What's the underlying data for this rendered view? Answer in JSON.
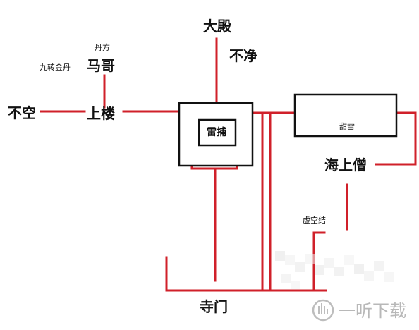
{
  "labels": {
    "dadian": "大殿",
    "bujing": "不净",
    "danfang": "丹方",
    "jiuzhuan": "九转金丹",
    "mage": "马哥",
    "bukong": "不空",
    "shanglou": "上楼",
    "leibu": "雷捕",
    "tianxue": "甜雪",
    "haishangseng": "海上僧",
    "xukongjie": "虚空结",
    "simen": "寺门"
  },
  "watermark": {
    "brand": "一听下载",
    "logo_icon": "ear-logo-icon"
  },
  "colors": {
    "path": "#d0202a",
    "building": "#111111",
    "text": "#111111"
  }
}
